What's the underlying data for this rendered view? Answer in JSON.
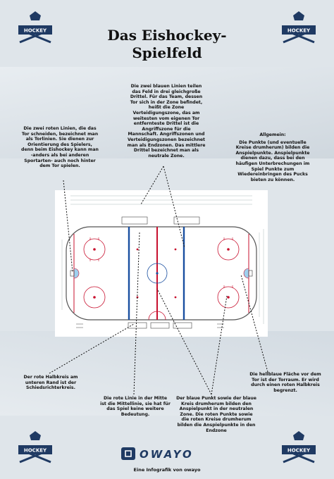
{
  "title_line1": "Das Eishockey-",
  "title_line2": "Spielfeld",
  "badge_text": "HOCKEY",
  "annotations": {
    "red_lines": "Die zwei roten Linien, die das Tor schneiden, bezeichnet man als Torlinien. Sie dienen zur Orientierung des Spielers, denn beim Eishockey kann man -anders als bei anderen Sportarten- auch noch hinter dem Tor spielen.",
    "blue_lines": "Die zwei blauen Linien teilen das Feld in drei gleichgroße Drittel. Für das Team, dessen Tor sich in der Zone befindet, heißt die Zone Verteidigungszone, das am weitesten vom eigenen Tor entfernteste Drittel ist die Angriffszone für die Mannschaft. Angriffszonen und Verteidigungszonen bezeichnet man als Endzonen. Das mittlere Drittel bezeichnet man als neutrale Zone.",
    "general_title": "Allgemein:",
    "general": "Die Punkte (und eventuelle Kreise drumherum) bilden die Anspielpunkte. Anspielpunkte dienen dazu, dass bei den häufigen Unterbrechungen im Spiel Punkte zum Wiedereinbringen des Pucks bieten zu können.",
    "half_circle": "Der rote Halbkreis am unteren Rand ist der Schiedsrichterkreis.",
    "center_line": "Die rote Linie in der Mitte ist die Mittellinie, sie hat für das Spiel keine weitere Bedeutung.",
    "blue_point": "Der blaue Punkt sowie der blaue Kreis drumherum bilden den Anspielpunkt in der neutralen Zone. Die roten Punkte sowie die roten Kreise drumherum bilden die Anspielpunkte in den Endzone",
    "crease": "Die hellblaue Fläche vor dem Tor ist der Torraum. Er wird durch einen roten Halbkreis begrenzt."
  },
  "logo_text": "OWAYO",
  "credit": "Eine Infografik von owayo",
  "colors": {
    "navy": "#1f3a63",
    "red_line": "#c8102e",
    "blue_line": "#1a4fa0",
    "crease": "#9fd0ee",
    "background": "#dfe5ea"
  }
}
